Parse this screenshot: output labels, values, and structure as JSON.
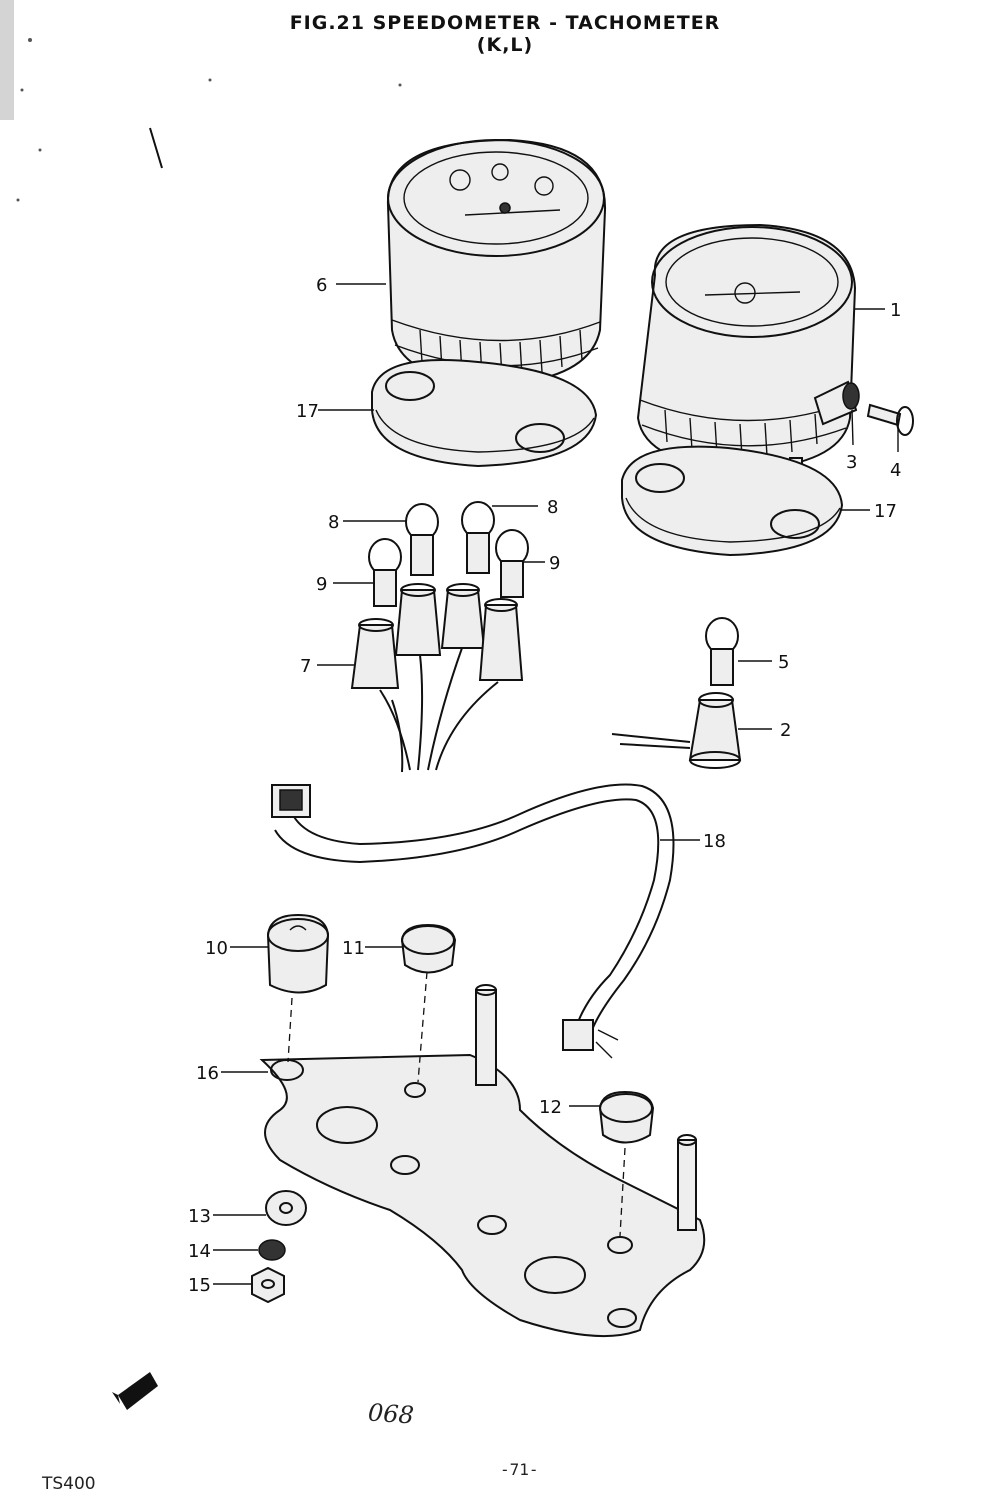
{
  "figure": {
    "title": "FIG.21  SPEEDOMETER - TACHOMETER (K,L)",
    "model": "TS400",
    "page_number": "-71-",
    "code": "068"
  },
  "callouts": [
    {
      "id": "1",
      "label": "1"
    },
    {
      "id": "2",
      "label": "2"
    },
    {
      "id": "3",
      "label": "3"
    },
    {
      "id": "4",
      "label": "4"
    },
    {
      "id": "5",
      "label": "5"
    },
    {
      "id": "6",
      "label": "6"
    },
    {
      "id": "7",
      "label": "7"
    },
    {
      "id": "8a",
      "label": "8"
    },
    {
      "id": "8b",
      "label": "8"
    },
    {
      "id": "9a",
      "label": "9"
    },
    {
      "id": "9b",
      "label": "9"
    },
    {
      "id": "10",
      "label": "10"
    },
    {
      "id": "11",
      "label": "11"
    },
    {
      "id": "12",
      "label": "12"
    },
    {
      "id": "13",
      "label": "13"
    },
    {
      "id": "14",
      "label": "14"
    },
    {
      "id": "15",
      "label": "15"
    },
    {
      "id": "16",
      "label": "16"
    },
    {
      "id": "17a",
      "label": "17"
    },
    {
      "id": "17b",
      "label": "17"
    },
    {
      "id": "18",
      "label": "18"
    }
  ]
}
